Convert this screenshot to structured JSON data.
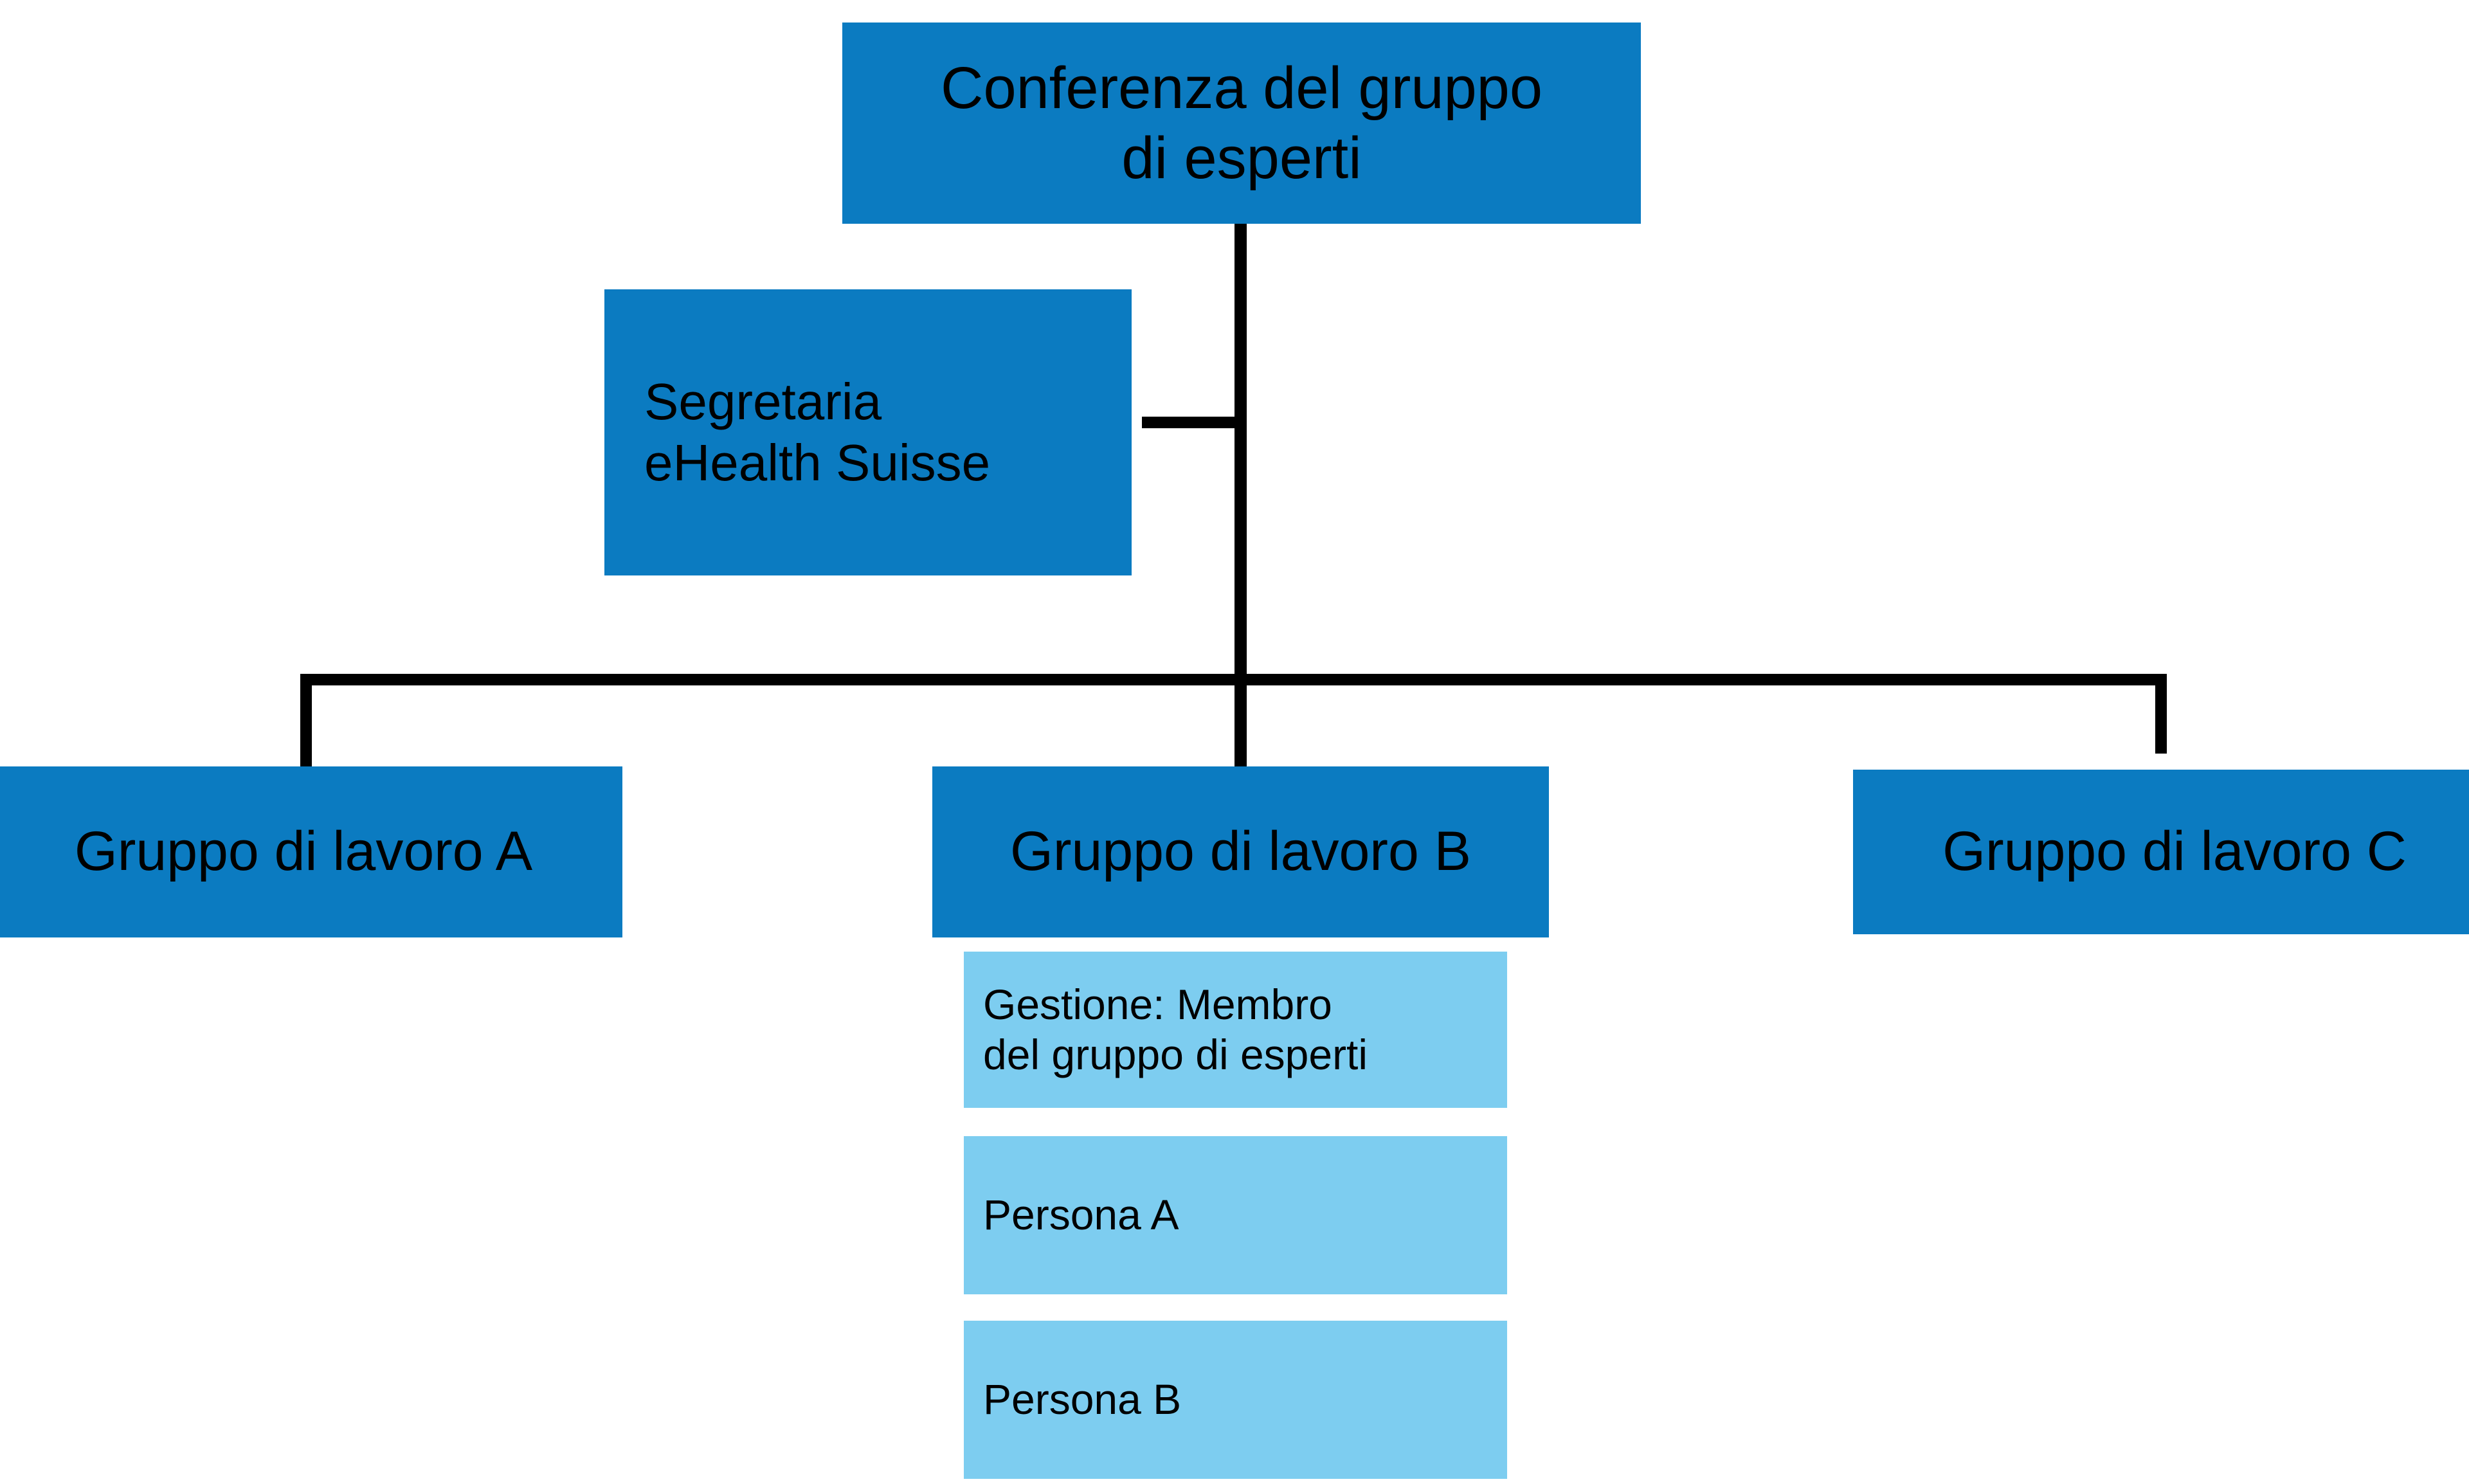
{
  "diagram": {
    "type": "organizational-chart",
    "language": "it",
    "colors": {
      "primary_node": "#0B7BC1",
      "secondary_node": "#7DCDF0",
      "connector": "#000000",
      "text": "#000000",
      "background": "#FFFFFF"
    },
    "nodes": {
      "conference": {
        "label": "Conferenza del gruppo\ndi esperti",
        "level": 0
      },
      "secretariat": {
        "label": "Segretaria\neHealth Suisse",
        "level": 1
      },
      "group_a": {
        "label": "Gruppo di lavoro A",
        "level": 2
      },
      "group_b": {
        "label": "Gruppo di lavoro B",
        "level": 2
      },
      "group_c": {
        "label": "Gruppo di lavoro C",
        "level": 2
      },
      "member_lead": {
        "label": "Gestione: Membro\ndel gruppo di esperti",
        "level": 3
      },
      "member_a": {
        "label": "Persona A",
        "level": 3
      },
      "member_b": {
        "label": "Persona B",
        "level": 3
      }
    },
    "edges": [
      {
        "from": "conference",
        "to": "secretariat",
        "style": "staff-line"
      },
      {
        "from": "conference",
        "to": "group_a",
        "style": "elbow"
      },
      {
        "from": "conference",
        "to": "group_b",
        "style": "straight"
      },
      {
        "from": "conference",
        "to": "group_c",
        "style": "elbow"
      },
      {
        "from": "group_b",
        "to": "member_lead",
        "style": "stacked"
      },
      {
        "from": "group_b",
        "to": "member_a",
        "style": "stacked"
      },
      {
        "from": "group_b",
        "to": "member_b",
        "style": "stacked"
      }
    ]
  }
}
